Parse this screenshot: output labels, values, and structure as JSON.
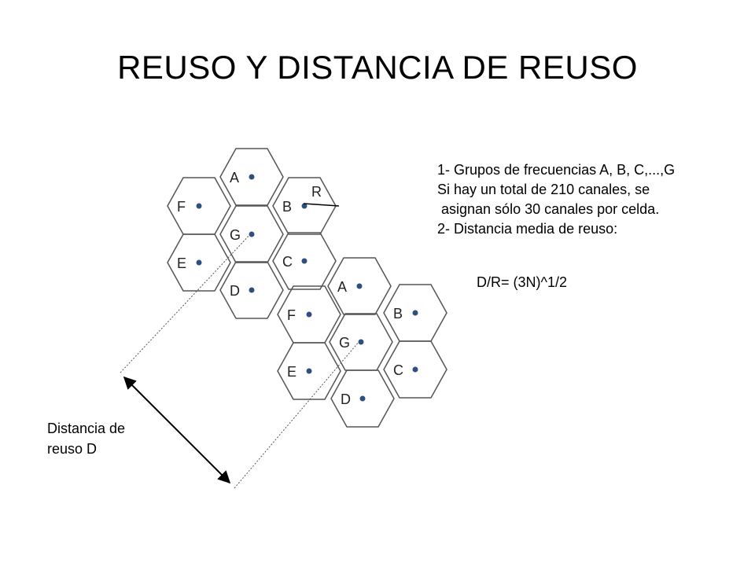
{
  "title": "REUSO Y DISTANCIA DE REUSO",
  "cluster1": [
    "A",
    "F",
    "B",
    "G",
    "E",
    "C",
    "D"
  ],
  "cluster2": [
    "A",
    "F",
    "B",
    "G",
    "E",
    "C",
    "D"
  ],
  "radius_label": "R",
  "info_lines": [
    "1- Grupos de frecuencias A, B, C,...,G",
    "Si hay un total de 210 canales, se",
    " asignan sólo 30 canales por celda.",
    "2- Distancia media de reuso:"
  ],
  "formula": "D/R= (3N)^1/2",
  "distance_label": [
    "Distancia de",
    "reuso D"
  ],
  "colors": {
    "dot": "#2f4f7f",
    "hex_stroke": "#555555"
  }
}
